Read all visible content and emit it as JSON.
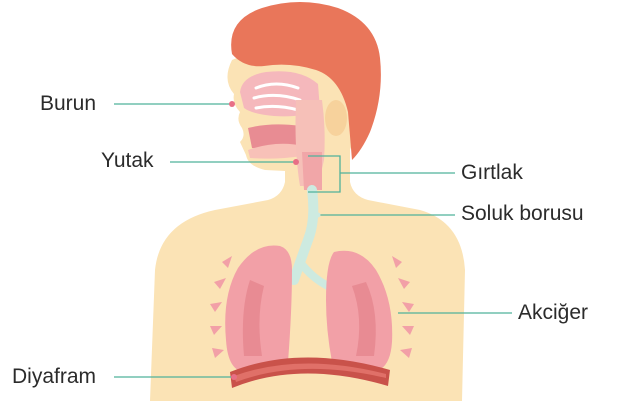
{
  "diagram": {
    "labels": {
      "burun": "Burun",
      "yutak": "Yutak",
      "girtlak": "Gırtlak",
      "soluk_borusu": "Soluk borusu",
      "akciger": "Akciğer",
      "diyafram": "Diyafram"
    },
    "colors": {
      "hair": "#E9765A",
      "skin": "#FBE3B5",
      "lung": "#F2A0A7",
      "lung_dark": "#E06F78",
      "trachea": "#CDEAE0",
      "diaphragm": "#C9524A",
      "leader_line": "#4FB29A",
      "leader_dot": "#E86F86"
    }
  }
}
